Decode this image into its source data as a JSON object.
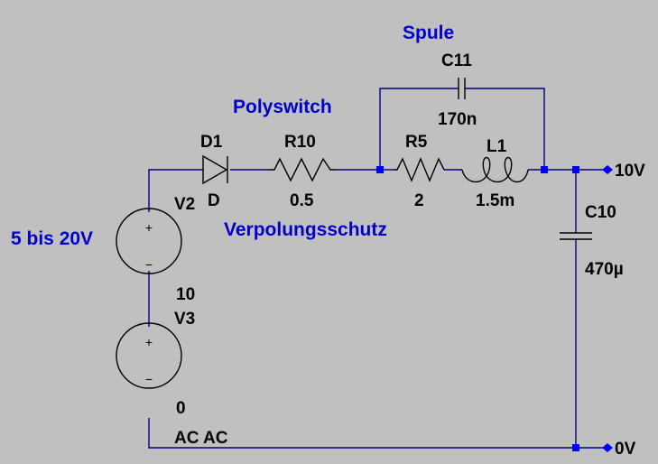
{
  "annotations": {
    "spule": "Spule",
    "polyswitch": "Polyswitch",
    "verpolungsschutz": "Verpolungsschutz",
    "input_range": "5 bis 20V"
  },
  "components": {
    "D1": {
      "name": "D1",
      "value": "D"
    },
    "R10": {
      "name": "R10",
      "value": "0.5"
    },
    "R5": {
      "name": "R5",
      "value": "2"
    },
    "L1": {
      "name": "L1",
      "value": "1.5m"
    },
    "C11": {
      "name": "C11",
      "value": "170n"
    },
    "C10": {
      "name": "C10",
      "value": "470µ"
    },
    "V2": {
      "name": "V2",
      "value": ""
    },
    "V3": {
      "name": "V3",
      "value": "10",
      "ac": "0",
      "ac_label": "AC AC"
    }
  },
  "nets": {
    "out": "10V",
    "gnd": "0V"
  },
  "symbols": {
    "plus": "+",
    "minus": "−"
  },
  "colors": {
    "background": "#c0c0c0",
    "wire": "#000080",
    "component": "#000000",
    "junction": "#0000ff",
    "annotation": "#0000cc"
  }
}
